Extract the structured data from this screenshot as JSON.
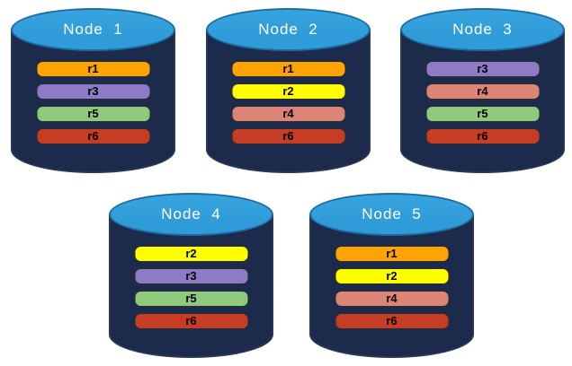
{
  "palette": {
    "cylinder_body": "#1C2B4B",
    "cylinder_top": "#2F9CD9",
    "cylinder_top_light": "#37A3DF",
    "cylinder_top_border": "#1F6BA0",
    "bar_border": "#2b2b2b",
    "bar_text_color": "#000000",
    "title_color": "#ffffff",
    "background": "#ffffff"
  },
  "replica_colors": {
    "r1": "#FFA303",
    "r2": "#FFFF00",
    "r3": "#8D7CC5",
    "r4": "#DC8576",
    "r5": "#8FC97E",
    "r6": "#C63D26"
  },
  "nodes": [
    {
      "title": "Node  1",
      "bars": [
        {
          "label": "r1",
          "color": "#FFA303"
        },
        {
          "label": "r3",
          "color": "#8D7CC5"
        },
        {
          "label": "r5",
          "color": "#8FC97E"
        },
        {
          "label": "r6",
          "color": "#C63D26"
        }
      ]
    },
    {
      "title": "Node  2",
      "bars": [
        {
          "label": "r1",
          "color": "#FFA303"
        },
        {
          "label": "r2",
          "color": "#FFFF00"
        },
        {
          "label": "r4",
          "color": "#DC8576"
        },
        {
          "label": "r6",
          "color": "#C63D26"
        }
      ]
    },
    {
      "title": "Node  3",
      "bars": [
        {
          "label": "r3",
          "color": "#8D7CC5"
        },
        {
          "label": "r4",
          "color": "#DC8576"
        },
        {
          "label": "r5",
          "color": "#8FC97E"
        },
        {
          "label": "r6",
          "color": "#C63D26"
        }
      ]
    },
    {
      "title": "Node  4",
      "bars": [
        {
          "label": "r2",
          "color": "#FFFF00"
        },
        {
          "label": "r3",
          "color": "#8D7CC5"
        },
        {
          "label": "r5",
          "color": "#8FC97E"
        },
        {
          "label": "r6",
          "color": "#C63D26"
        }
      ]
    },
    {
      "title": "Node  5",
      "bars": [
        {
          "label": "r1",
          "color": "#FFA303"
        },
        {
          "label": "r2",
          "color": "#FFFF00"
        },
        {
          "label": "r4",
          "color": "#DC8576"
        },
        {
          "label": "r6",
          "color": "#C63D26"
        }
      ]
    }
  ]
}
